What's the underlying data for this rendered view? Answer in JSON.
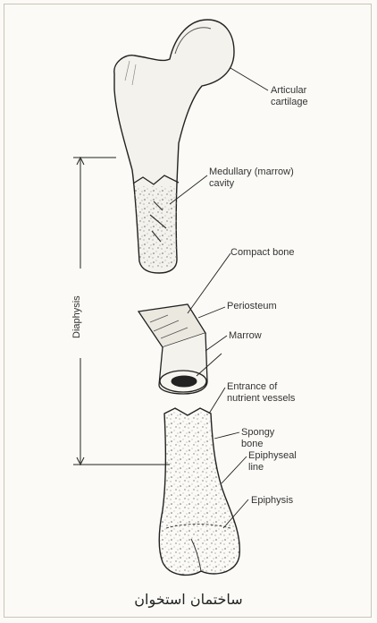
{
  "labels": {
    "articular_cartilage": [
      "Articular",
      "cartilage"
    ],
    "medullary_cavity": [
      "Medullary (marrow)",
      "cavity"
    ],
    "compact_bone": "Compact bone",
    "periosteum": "Periosteum",
    "marrow": "Marrow",
    "nutrient_vessels": [
      "Entrance of",
      "nutrient vessels"
    ],
    "spongy_bone": [
      "Spongy",
      "bone"
    ],
    "epiphyseal_line": [
      "Epiphyseal",
      "line"
    ],
    "epiphysis": "Epiphysis",
    "diaphysis": "Diaphysis"
  },
  "caption": "ساختمان استخوان"
}
